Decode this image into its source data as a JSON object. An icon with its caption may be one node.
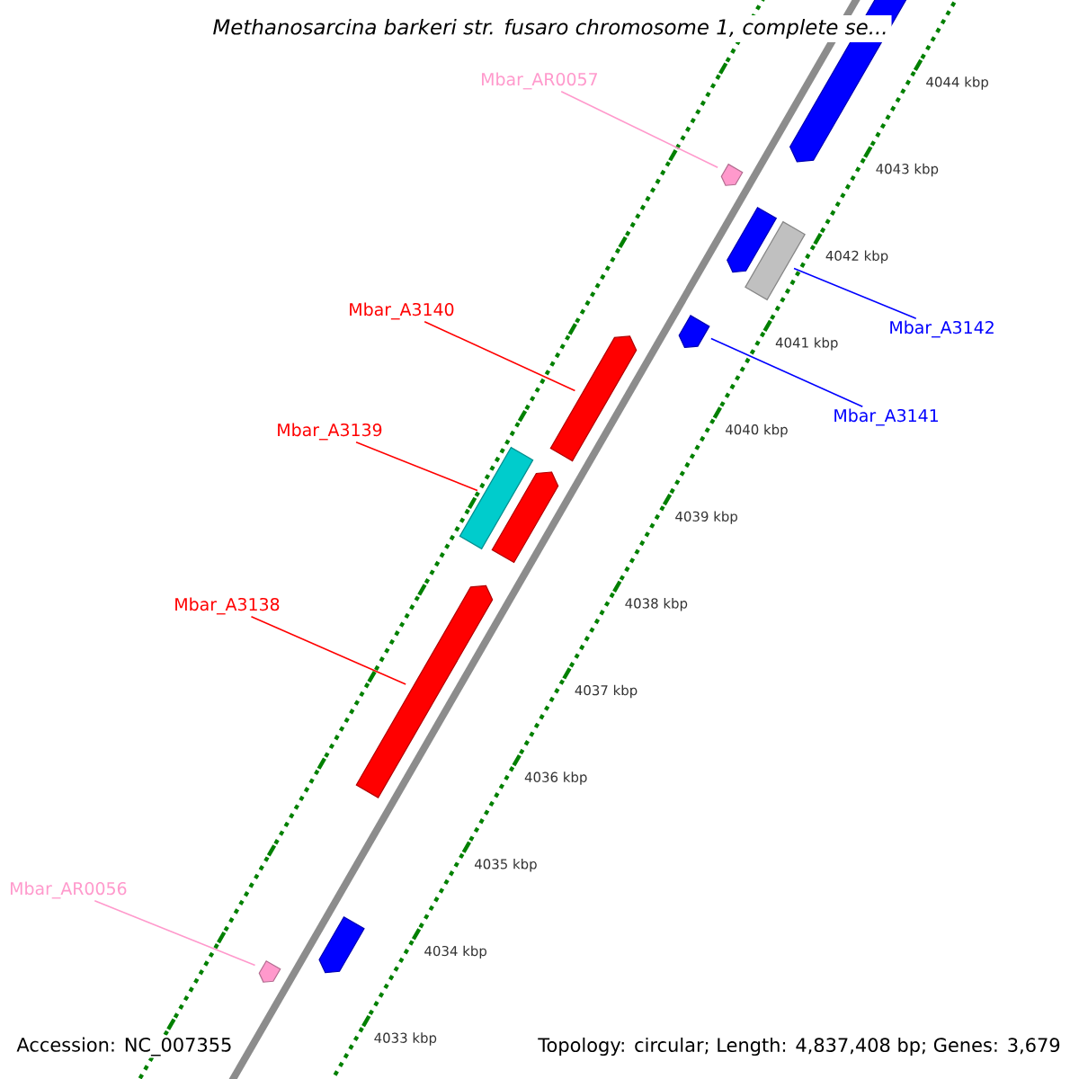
{
  "diagram": {
    "title": "*Methanosarcina barkeri* str. *fusaro* chromosome 1, complete se...",
    "nodes": [
      {
        "text": [
          "Mbar_AR0057"
        ]
      },
      {
        "text": [
          "Mbar_A3140"
        ]
      },
      {
        "text": [
          "Mbar_A3142"
        ]
      },
      {
        "text": [
          "Mbar_A3141"
        ]
      },
      {
        "text": [
          "Mbar_A3139"
        ]
      },
      {
        "text": [
          "Mbar_A3138"
        ]
      },
      {
        "text": [
          "Mbar_AR0056"
        ]
      },
      {
        "text": [],
        "shape": "arrow"
      },
      {
        "text": [],
        "shape": "arrow"
      },
      {
        "text": [],
        "shape": "arrow"
      },
      {
        "text": [],
        "shape": "bar"
      },
      {
        "text": [],
        "shape": "arrow"
      },
      {
        "text": [],
        "shape": "arrow"
      },
      {
        "text": [],
        "shape": "bar"
      },
      {
        "text": [],
        "shape": "arrow"
      },
      {
        "text": [],
        "shape": "arrow"
      },
      {
        "text": [],
        "shape": "arrow"
      },
      {
        "text": [],
        "shape": "arrow"
      }
    ],
    "edges": [
      {
        "from": 0,
        "to": 8,
        "arrow": "none",
        "color": "#ff99cc"
      },
      {
        "from": 1,
        "to": 12,
        "arrow": "none"
      },
      {
        "from": 2,
        "to": 10,
        "arrow": "none",
        "color": "#0000ff"
      },
      {
        "from": 3,
        "to": 11,
        "arrow": "none",
        "color": "#0000ff"
      },
      {
        "from": 4,
        "to": 13,
        "arrow": "none"
      },
      {
        "from": 5,
        "to": 15,
        "arrow": "none"
      },
      {
        "from": 6,
        "to": 17,
        "arrow": "none",
        "color": "#ff99cc"
      }
    ],
    "labels": [
      "4044 kbp",
      "4043 kbp",
      "4042 kbp",
      "4041 kbp",
      "4040 kbp",
      "4039 kbp",
      "4038 kbp",
      "4037 kbp",
      "4036 kbp",
      "4035 kbp",
      "4034 kbp",
      "4033 kbp",
      "Accession: NC_007355",
      "Topology: circular; Length: 4,837,408 bp; Genes: 3,679"
    ]
  }
}
